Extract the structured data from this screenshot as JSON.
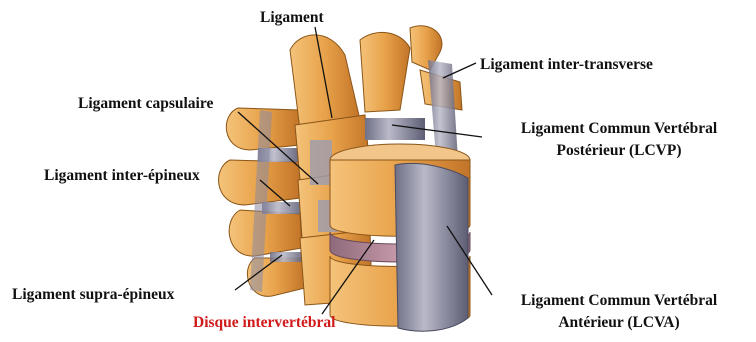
{
  "labels": {
    "ligament": "Ligament",
    "inter_transverse": "Ligament inter-transverse",
    "capsulaire": "Ligament capsulaire",
    "lcvp_line1": "Ligament Commun Vertébral",
    "lcvp_line2": "Postérieur (LCVP)",
    "inter_epineux": "Ligament inter-épineux",
    "supra_epineux": "Ligament supra-épineux",
    "lcva_line1": "Ligament Commun Vertébral",
    "lcva_line2": "Antérieur (LCVA)",
    "disque": "Disque intervertébral"
  },
  "colors": {
    "bone": "#e8a24a",
    "bone_dark": "#c97a2a",
    "ligament": "#9a9aae",
    "disc": "#b7889a",
    "disque_label": "#d11a1a"
  }
}
